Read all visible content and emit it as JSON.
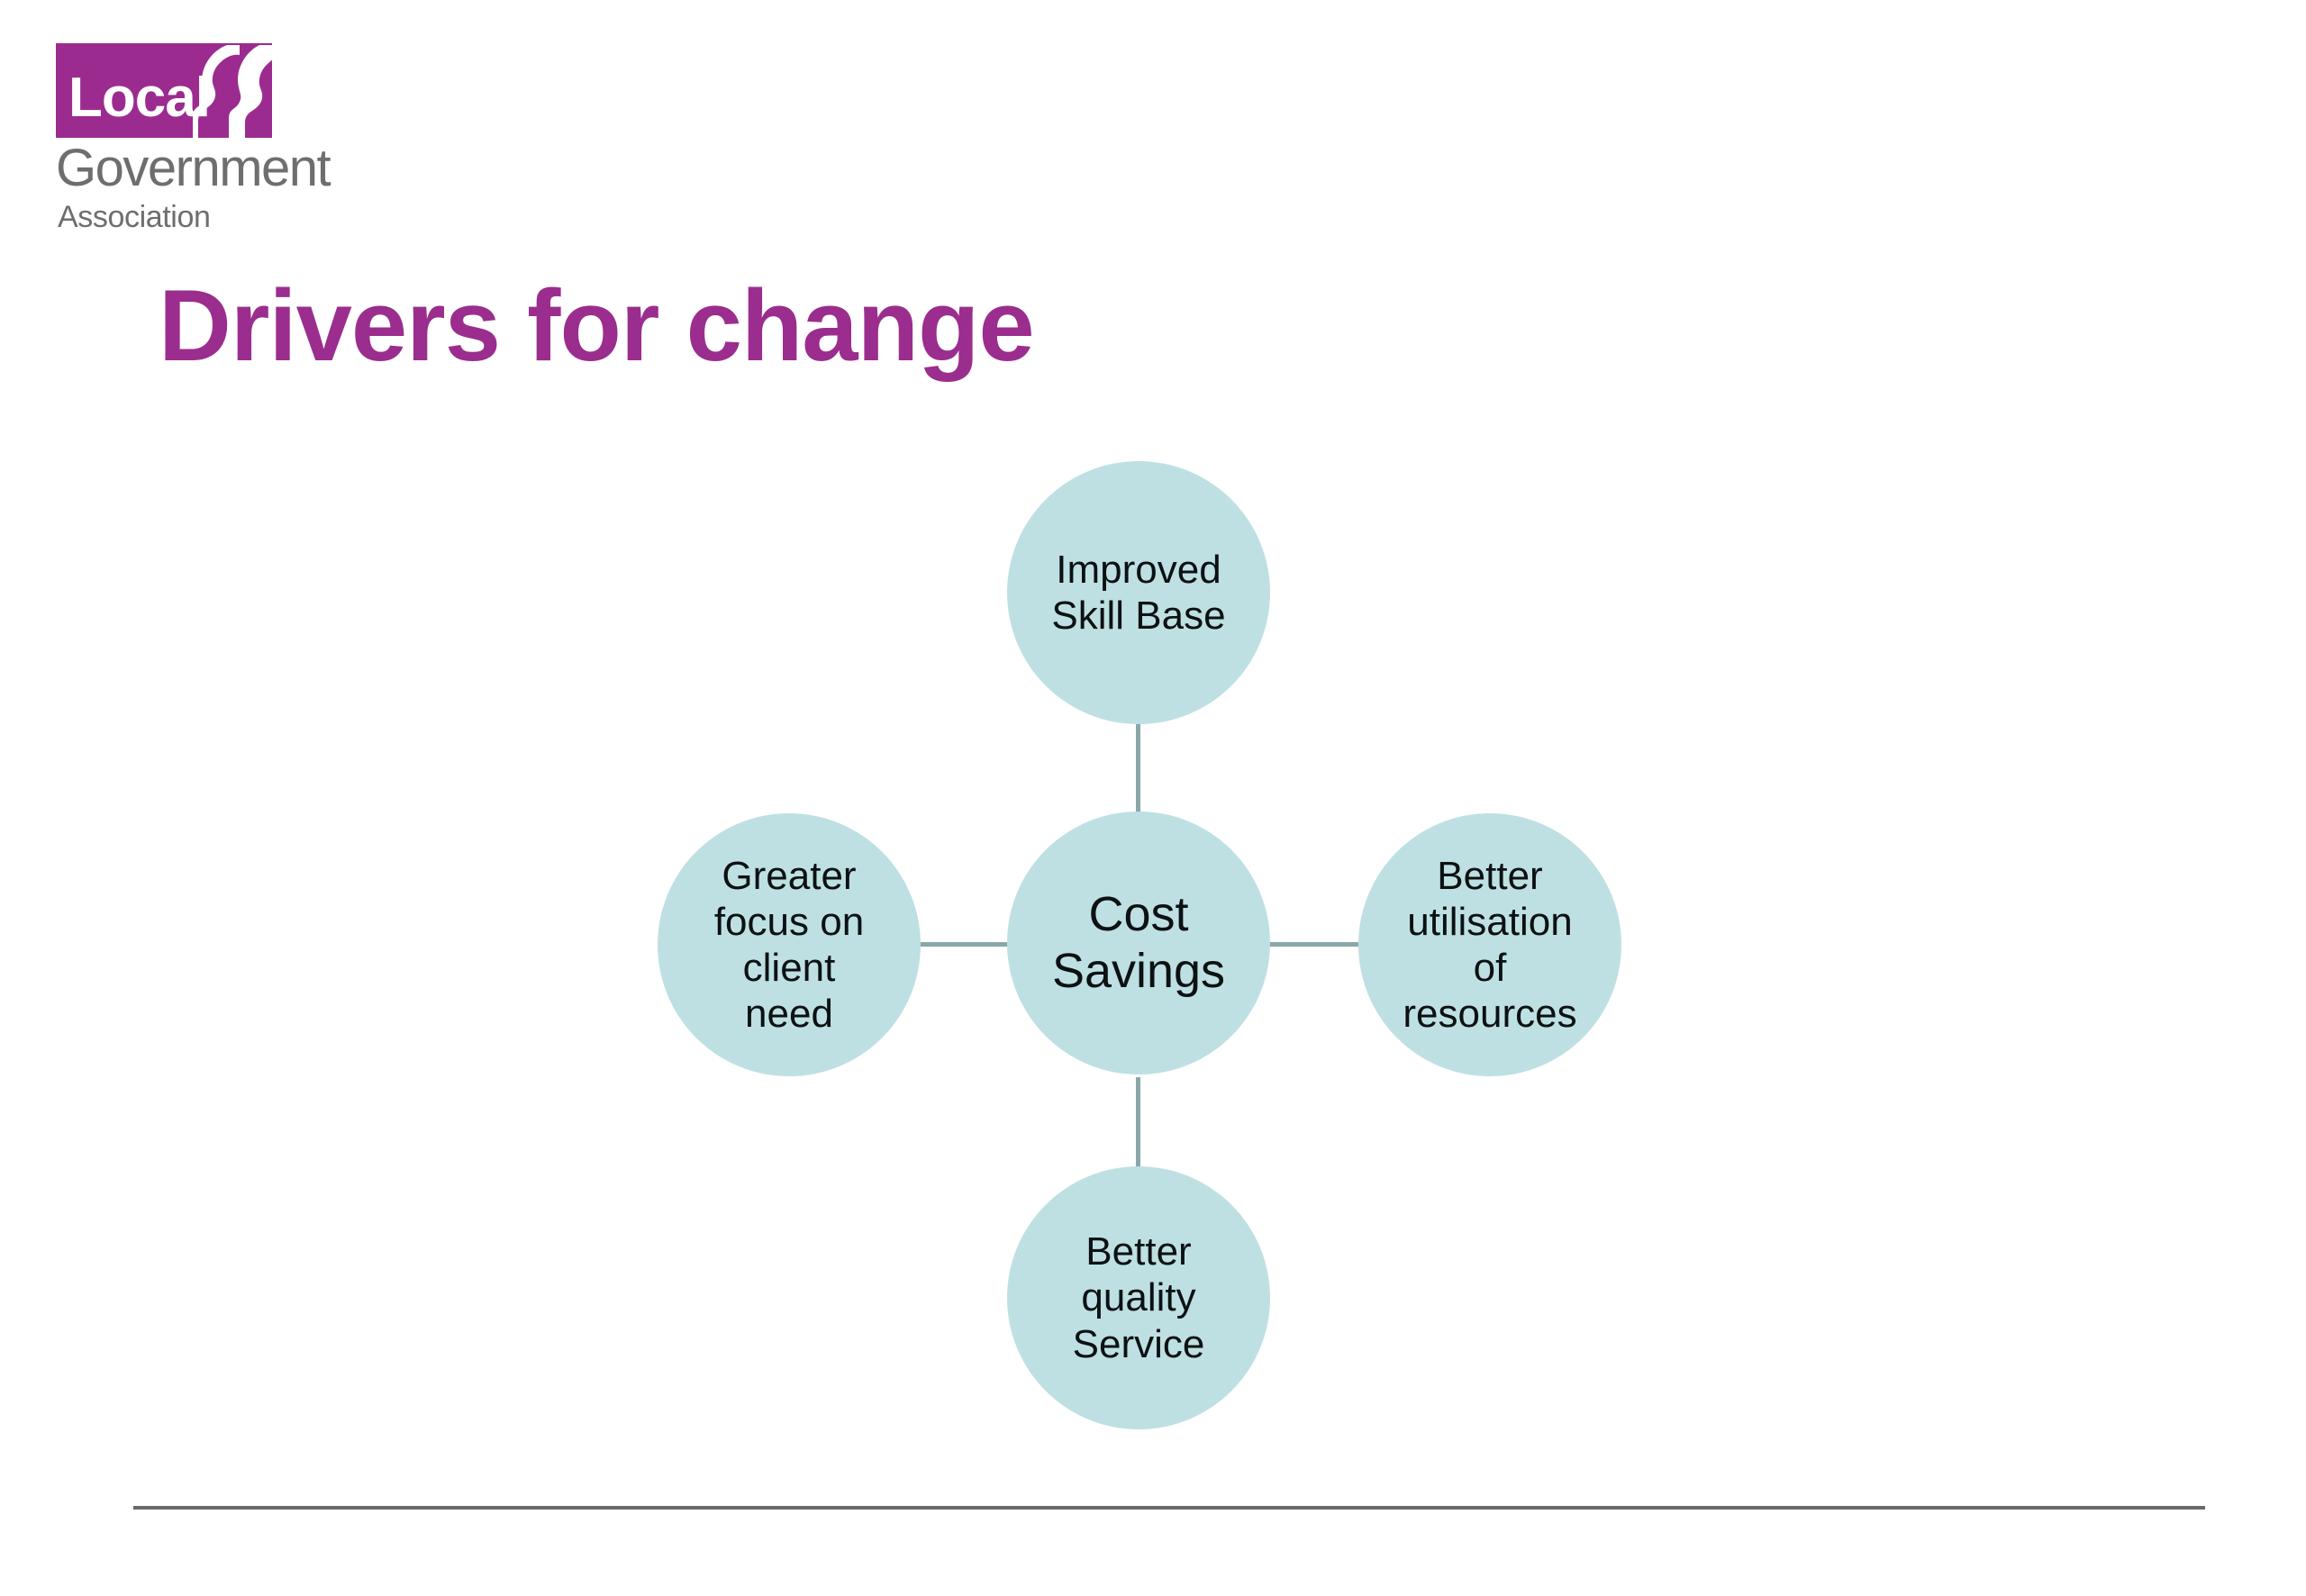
{
  "logo": {
    "word_local": "Local",
    "word_government": "Government",
    "word_association": "Association",
    "box_color": "#9C2B8F",
    "text_color": "#6E6E6E",
    "icon": "two-face-profiles-icon"
  },
  "title": {
    "text": "Drivers for change",
    "color": "#9B2D8E"
  },
  "diagram": {
    "type": "hub-and-spoke",
    "node_fill": "#BEE0E3",
    "connector_color": "#8AA7A8",
    "center": {
      "id": "cost-savings",
      "label": "Cost\nSavings"
    },
    "spokes": [
      {
        "id": "improved-skill-base",
        "position": "top",
        "label": "Improved\nSkill Base"
      },
      {
        "id": "better-utilisation-of-resources",
        "position": "right",
        "label": "Better\nutilisation\nof\nresources"
      },
      {
        "id": "better-quality-service",
        "position": "bottom",
        "label": "Better\nquality\nService"
      },
      {
        "id": "greater-focus-on-client-need",
        "position": "left",
        "label": "Greater\nfocus on\nclient\nneed"
      }
    ]
  },
  "footer": {
    "rule_color": "#6A6A6A"
  }
}
